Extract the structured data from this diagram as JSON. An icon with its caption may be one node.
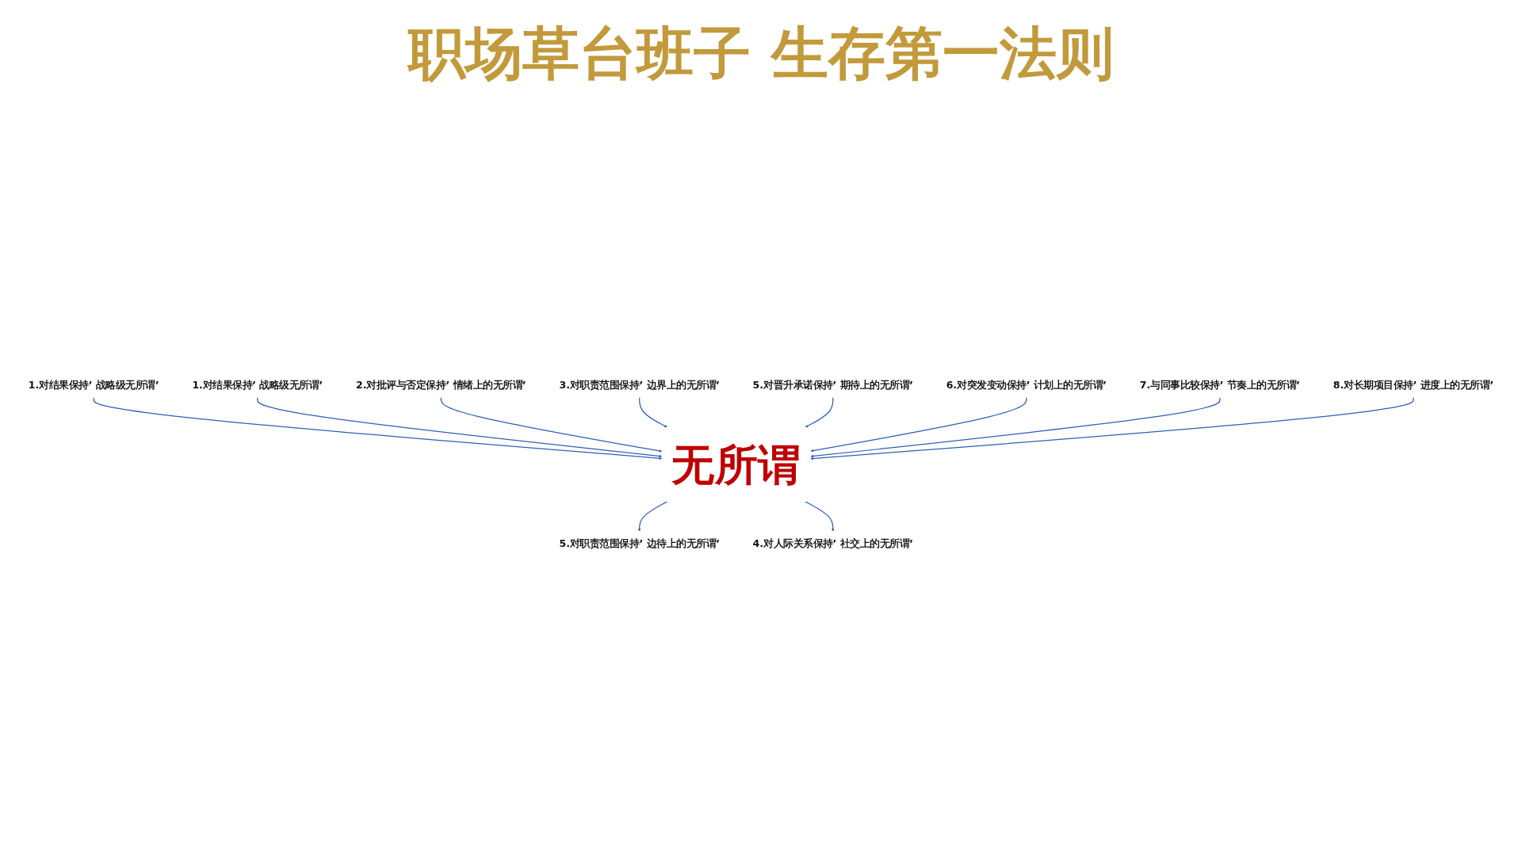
{
  "diagram": {
    "title": "职场草台班子 生存第一法则",
    "nodes": [
      {
        "text": [
          "1.对结果保持’ 战略级无所谓’"
        ]
      },
      {
        "text": [
          "1.对结果保持’ 战略级无所谓’"
        ]
      },
      {
        "text": [
          "2.对批评与否定保持’ 情绪上的无所谓’"
        ]
      },
      {
        "text": [
          "3.对职责范围保持’ 边界上的无所谓’"
        ]
      },
      {
        "text": [
          "5.对职责范围保持’ 边待上的无所谓’"
        ]
      },
      {
        "text": [
          "无所谓"
        ]
      },
      {
        "text": [
          "4.对人际关系保持’ 社交上的无所谓’"
        ]
      },
      {
        "text": [
          "5.对晋升承诺保持’ 期待上的无所谓’"
        ]
      },
      {
        "text": [
          "6.对突发变动保持’ 计划上的无所谓’"
        ]
      },
      {
        "text": [
          "7.与同事比较保持’ 节奏上的无所谓’"
        ]
      },
      {
        "text": [
          "8.对长期项目保持’ 进度上的无所谓’"
        ]
      }
    ],
    "edges": [
      {
        "from": 0,
        "to": 5,
        "arrow": "to"
      },
      {
        "from": 1,
        "to": 5,
        "arrow": "to"
      },
      {
        "from": 2,
        "to": 5,
        "arrow": "to"
      },
      {
        "from": 3,
        "to": 5,
        "arrow": "to"
      },
      {
        "from": 5,
        "to": 4,
        "arrow": "to"
      },
      {
        "from": 5,
        "to": 6,
        "arrow": "to"
      },
      {
        "from": 7,
        "to": 5,
        "arrow": "to"
      },
      {
        "from": 8,
        "to": 5,
        "arrow": "to"
      },
      {
        "from": 9,
        "to": 5,
        "arrow": "to"
      },
      {
        "from": 10,
        "to": 5,
        "arrow": "to"
      }
    ]
  }
}
